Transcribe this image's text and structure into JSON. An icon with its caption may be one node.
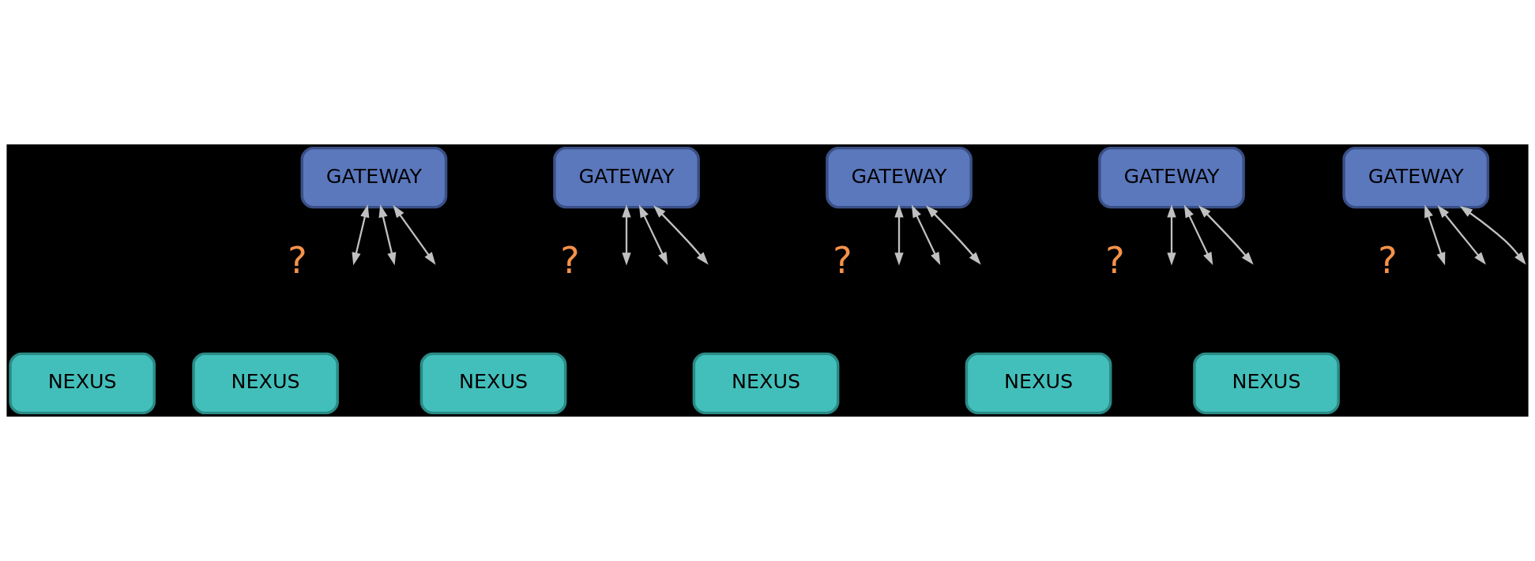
{
  "diagram": {
    "nodes": [
      {
        "text": [
          "GATEWAY"
        ]
      },
      {
        "text": [
          "GATEWAY"
        ]
      },
      {
        "text": [
          "GATEWAY"
        ]
      },
      {
        "text": [
          "GATEWAY"
        ]
      },
      {
        "text": [
          "GATEWAY"
        ]
      },
      {
        "text": [
          "NEXUS"
        ]
      },
      {
        "text": [
          "NEXUS"
        ]
      },
      {
        "text": [
          "NEXUS"
        ]
      },
      {
        "text": [
          "NEXUS"
        ]
      },
      {
        "text": [
          "NEXUS"
        ]
      },
      {
        "text": [
          "NEXUS"
        ]
      }
    ],
    "edges": [
      {
        "from": 0,
        "to": null,
        "arrow": "both"
      },
      {
        "from": 0,
        "to": null,
        "arrow": "both"
      },
      {
        "from": 0,
        "to": null,
        "arrow": "both"
      },
      {
        "from": 1,
        "to": null,
        "arrow": "both"
      },
      {
        "from": 1,
        "to": null,
        "arrow": "both"
      },
      {
        "from": 1,
        "to": null,
        "arrow": "both"
      },
      {
        "from": 2,
        "to": null,
        "arrow": "both"
      },
      {
        "from": 2,
        "to": null,
        "arrow": "both"
      },
      {
        "from": 2,
        "to": null,
        "arrow": "both"
      },
      {
        "from": 3,
        "to": null,
        "arrow": "both"
      },
      {
        "from": 3,
        "to": null,
        "arrow": "both"
      },
      {
        "from": 3,
        "to": null,
        "arrow": "both"
      },
      {
        "from": 4,
        "to": null,
        "arrow": "both"
      },
      {
        "from": 4,
        "to": null,
        "arrow": "both"
      },
      {
        "from": 4,
        "to": null,
        "arrow": "both"
      }
    ],
    "labels": [
      "?",
      "?",
      "?",
      "?",
      "?"
    ]
  }
}
